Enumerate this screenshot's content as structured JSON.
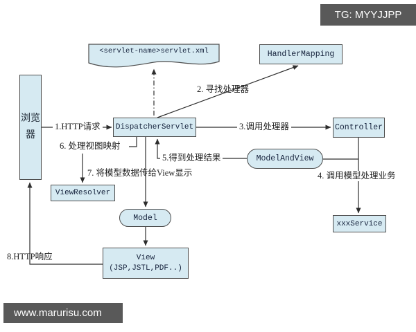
{
  "badges": {
    "top_right": "TG: MYYJJPP",
    "bottom_left": "www.marurisu.com"
  },
  "colors": {
    "node_fill": "#d6eaf2",
    "node_border": "#4d4d4d",
    "line": "#2e2e2e",
    "badge_bg": "#595959",
    "badge_text": "#ffffff"
  },
  "nodes": {
    "browser": {
      "label": "浏览器"
    },
    "servlet_xml": {
      "label": "<servlet-name>servlet.xml"
    },
    "handler_mapping": {
      "label": "HandlerMapping"
    },
    "dispatcher_servlet": {
      "label": "DispatcherServlet"
    },
    "controller": {
      "label": "Controller"
    },
    "model_and_view": {
      "label": "ModelAndView"
    },
    "xxx_service": {
      "label": "xxxService"
    },
    "view_resolver": {
      "label": "ViewResolver"
    },
    "model": {
      "label": "Model"
    },
    "view": {
      "label_line1": "View",
      "label_line2": "(JSP,JSTL,PDF..)"
    }
  },
  "labels": {
    "step1": "1.HTTP请求",
    "step2": "2. 寻找处理器",
    "step3": "3.调用处理器",
    "step4": "4. 调用模型处理业务",
    "step5": "5.得到处理结果",
    "step6": "6. 处理视图映射",
    "step7": "7. 将模型数据传给View显示",
    "step8": "8.HTTP响应"
  }
}
